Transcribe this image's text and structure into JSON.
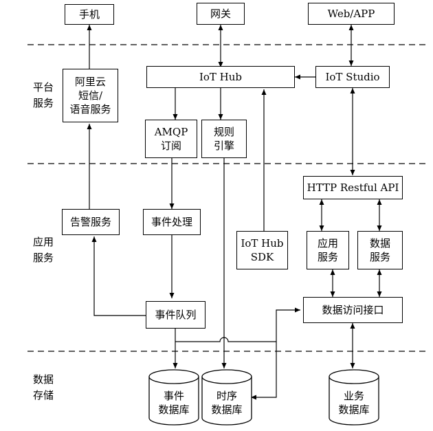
{
  "diagram": {
    "sections": {
      "platform": "平台\n服务",
      "application": "应用\n服务",
      "storage": "数据\n存储"
    },
    "nodes": {
      "phone": "手机",
      "gateway": "网关",
      "webapp": "Web/APP",
      "aliyun_sms": "阿里云\n短信/\n语音服务",
      "iot_hub": "IoT Hub",
      "iot_studio": "IoT Studio",
      "amqp": "AMQP\n订阅",
      "rule_engine": "规则\n引擎",
      "http_api": "HTTP Restful API",
      "alarm_service": "告警服务",
      "event_processing": "事件处理",
      "iot_hub_sdk": "IoT Hub\nSDK",
      "app_service": "应用\n服务",
      "data_service": "数据\n服务",
      "event_queue": "事件队列",
      "data_access": "数据访问接口",
      "event_db": "事件\n数据库",
      "timeseries_db": "时序\n数据库",
      "business_db": "业务\n数据库"
    }
  }
}
